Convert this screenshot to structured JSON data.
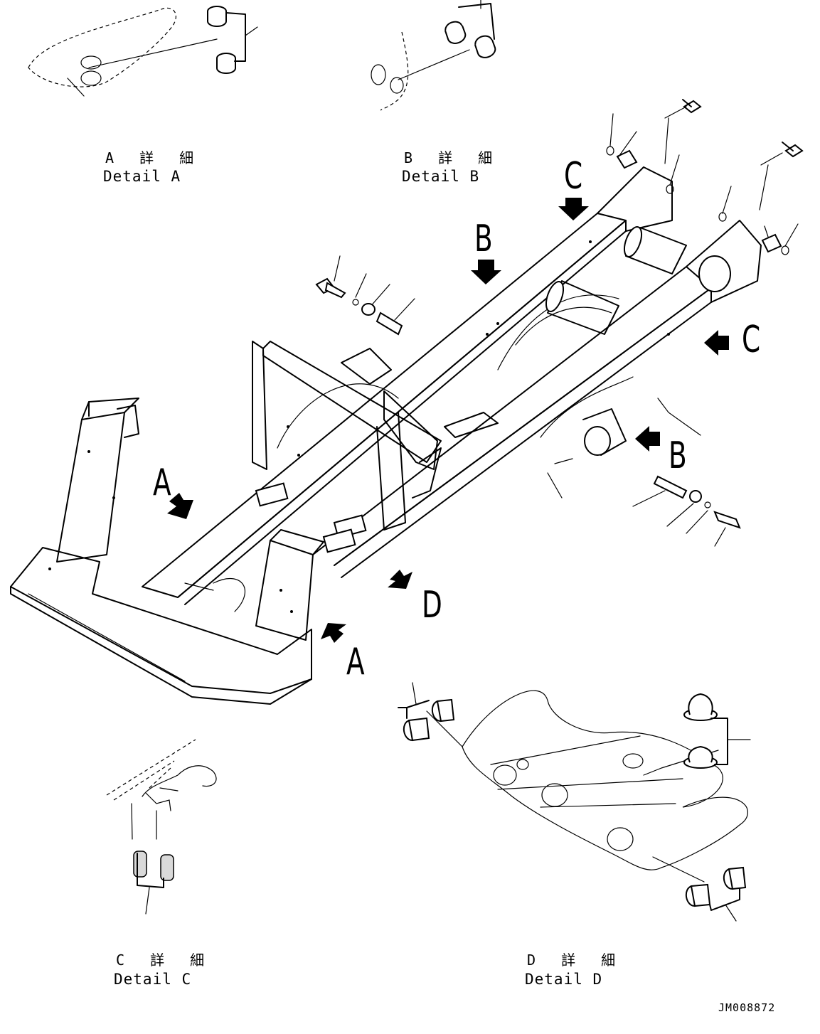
{
  "view_labels": {
    "a_left": "A",
    "a_bottom": "A",
    "b_top": "B",
    "b_right": "B",
    "c_top": "C",
    "c_right": "C",
    "d": "D"
  },
  "details": {
    "a": {
      "jp": "A 詳 細",
      "en": "Detail A"
    },
    "b": {
      "jp": "B 詳 細",
      "en": "Detail B"
    },
    "c": {
      "jp": "C 詳 細",
      "en": "Detail C"
    },
    "d": {
      "jp": "D 詳 細",
      "en": "Detail D"
    }
  },
  "drawing_number": "JM008872"
}
